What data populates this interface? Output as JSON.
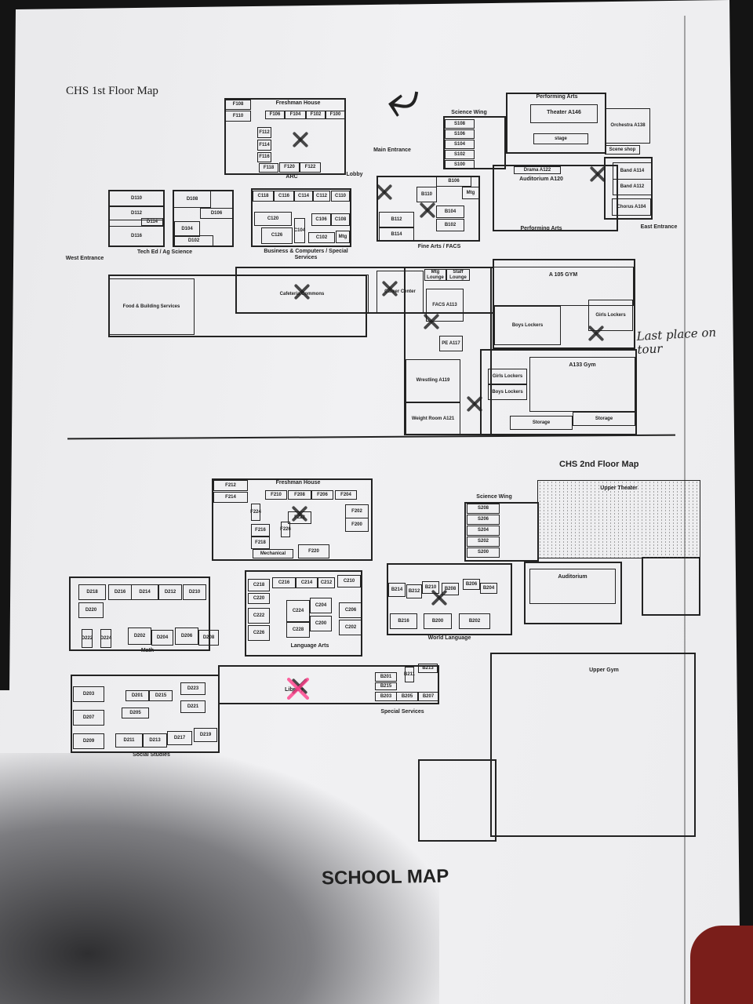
{
  "page_title": "SCHOOL MAP",
  "annotation": "Last place on tour",
  "floor1": {
    "title": "CHS 1st Floor Map",
    "rooms": [
      "F108",
      "F110",
      "F106",
      "F104",
      "F102",
      "F100",
      "F112",
      "F114",
      "F116",
      "F118",
      "F120",
      "F122",
      "D110",
      "D112",
      "D114",
      "D116",
      "D108",
      "D106",
      "D104",
      "D102",
      "C118",
      "C116",
      "C114",
      "C112",
      "C110",
      "C120",
      "C126",
      "C104",
      "C106",
      "C108",
      "C102",
      "Mtg",
      "B110",
      "B112",
      "B114",
      "B106",
      "Mtg",
      "B104",
      "B102",
      "S108",
      "S106",
      "S104",
      "S102",
      "S100",
      "Theater A146",
      "stage",
      "Orchestra A138",
      "Scene shop",
      "Drama A122",
      "Band A114",
      "Band A112",
      "Chorus A104",
      "Food & Building Services",
      "Cafeteria Commons",
      "Career Center",
      "Mtg Lounge",
      "Staff Lounge",
      "FACS A113",
      "PE A117",
      "Wrestling A119",
      "Weight Room A121",
      "A 105 GYM",
      "Boys Lockers",
      "Girls Lockers",
      "A133 Gym",
      "Girls Lockers",
      "Boys Lockers",
      "Storage",
      "Storage"
    ],
    "labels": [
      "Freshman House",
      "ARC",
      "Lobby",
      "Main Entrance",
      "Tech Ed / Ag Science",
      "Business & Computers / Special Services",
      "Fine Arts / FACS",
      "Science Wing",
      "Performing Arts",
      "Auditorium A120",
      "Performing Arts",
      "East Entrance",
      "West Entrance"
    ]
  },
  "floor2": {
    "title": "CHS 2nd Floor Map",
    "rooms": [
      "F212",
      "F214",
      "F210",
      "F208",
      "F206",
      "F204",
      "F224",
      "F222",
      "F216",
      "F218",
      "F226",
      "F202",
      "F200",
      "Mechanical",
      "F220",
      "D218",
      "D216",
      "D214",
      "D212",
      "D210",
      "D220",
      "D222",
      "D224",
      "D202",
      "D204",
      "D206",
      "D208",
      "C218",
      "C216",
      "C214",
      "C212",
      "C210",
      "C220",
      "C222",
      "C226",
      "C224",
      "C204",
      "C228",
      "C200",
      "C206",
      "C202",
      "B214",
      "B212",
      "B210",
      "B208",
      "B206",
      "B204",
      "B216",
      "B200",
      "B202",
      "S208",
      "S206",
      "S204",
      "S202",
      "S200",
      "Upper Theater",
      "Auditorium",
      "D203",
      "D207",
      "D209",
      "D201",
      "D215",
      "D223",
      "D221",
      "D205",
      "D211",
      "D213",
      "D217",
      "D219",
      "Library",
      "B201",
      "B215",
      "B203",
      "B205",
      "B207",
      "B211",
      "B213",
      "Upper Gym"
    ],
    "labels": [
      "Freshman House",
      "Math",
      "Language Arts",
      "World Language",
      "Science Wing",
      "Social Studies",
      "Special Services"
    ]
  }
}
